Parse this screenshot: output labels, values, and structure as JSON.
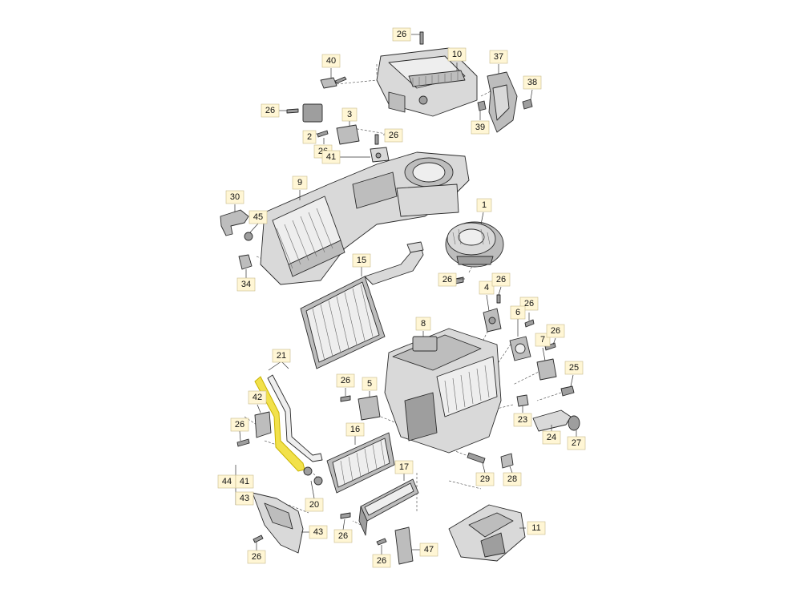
{
  "callouts": {
    "c26_top": "26",
    "c10": "10",
    "c37": "37",
    "c40": "40",
    "c38": "38",
    "c26_a": "26",
    "c3": "3",
    "c39": "39",
    "c2": "2",
    "c26_b": "26",
    "c26_c": "26",
    "c41_top": "41",
    "c9": "9",
    "c30": "30",
    "c45": "45",
    "c1": "1",
    "c34": "34",
    "c15": "15",
    "c26_d": "26",
    "c4": "4",
    "c26_e": "26",
    "c26_f": "26",
    "c6": "6",
    "c8": "8",
    "c7": "7",
    "c26_g": "26",
    "c21": "21",
    "c26_h": "26",
    "c5": "5",
    "c25": "25",
    "c42": "42",
    "c23": "23",
    "c26_i": "26",
    "c16": "16",
    "c24": "24",
    "c27": "27",
    "c17": "17",
    "c29": "29",
    "c28": "28",
    "c44": "44",
    "c41_low": "41",
    "c43_a": "43",
    "c20": "20",
    "c11": "11",
    "c43_b": "43",
    "c26_j": "26",
    "c26_k": "26",
    "c47": "47",
    "c26_l": "26"
  }
}
